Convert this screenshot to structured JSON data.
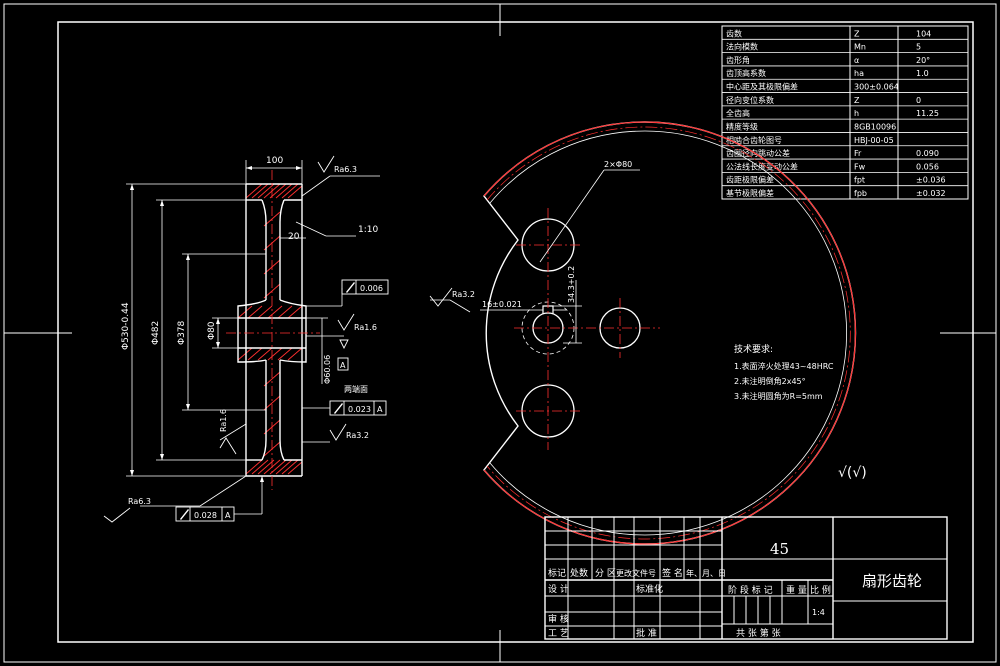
{
  "colors": {
    "background": "#000000",
    "line": "#ffffff",
    "highlight": "#ff2a2a",
    "center": "#ff2a2a"
  },
  "param_table": [
    {
      "name": "齿数",
      "symbol": "Z",
      "value": "104"
    },
    {
      "name": "法向模数",
      "symbol": "Mn",
      "value": "5"
    },
    {
      "name": "齿形角",
      "symbol": "α",
      "value": "20°"
    },
    {
      "name": "齿顶高系数",
      "symbol": "ha",
      "value": "1.0"
    },
    {
      "name": "中心距及其极限偏差",
      "symbol": "300±0.064",
      "value": ""
    },
    {
      "name": "径向变位系数",
      "symbol": "Z",
      "value": "0"
    },
    {
      "name": "全齿高",
      "symbol": "h",
      "value": "11.25"
    },
    {
      "name": "精度等级",
      "symbol": "8GB10096",
      "value": ""
    },
    {
      "name": "相啮合齿轮图号",
      "symbol": "HBJ-00-05",
      "value": ""
    },
    {
      "name": "齿圈径向跳动公差",
      "symbol": "Fr",
      "value": "0.090"
    },
    {
      "name": "公法线长度变动公差",
      "symbol": "Fw",
      "value": "0.056"
    },
    {
      "name": "齿距极限偏差",
      "symbol": "fpt",
      "value": "±0.036"
    },
    {
      "name": "基节极限偏差",
      "symbol": "fpb",
      "value": "±0.032"
    }
  ],
  "section_view": {
    "width_dim": "100",
    "hub_length_dim": "20",
    "taper": "1:10",
    "dia_outer": "Φ530-0.44",
    "dia_482": "Φ482",
    "dia_378": "Φ378",
    "dia_bore": "Φ80",
    "dia_hub": "Φ60.06",
    "rough_top": "Ra6.3",
    "rough_bore": "Ra1.6",
    "rough_bottom": "Ra3.2",
    "rough_left": "Ra1.6",
    "rough_base": "Ra6.3",
    "tol_perp": "0.006",
    "tol_perp_datum": "A",
    "both_faces": "两端面",
    "tol_face": "0.023",
    "tol_face_datum": "A",
    "tol_runout": "0.028",
    "tol_runout_datum": "A",
    "datum_box": "A"
  },
  "front_view": {
    "holes_note": "2×Φ80",
    "key_width": "16±0.021",
    "key_depth": "34.3+0.2",
    "rough_key": "Ra3.2"
  },
  "tech_req": {
    "title": "技术要求:",
    "items": [
      "1.表面淬火处理43~48HRC",
      "2.未注明倒角2x45°",
      "3.未注明圆角为R=5mm"
    ]
  },
  "general_rough": "√(√)",
  "title_block": {
    "material": "45",
    "part_name": "扇形齿轮",
    "scale": "1:4",
    "labels": {
      "mark": "标记",
      "count": "处数",
      "zone": "分 区",
      "change_doc": "更改文件号",
      "sign": "签 名",
      "date": "年、月、日",
      "design": "设 计",
      "standard": "标准化",
      "review": "审 核",
      "process": "工 艺",
      "approve": "批 准",
      "stage": "阶 段 标 记",
      "weight": "重 量",
      "ratio": "比 例",
      "sheets": "共    张    第    张"
    }
  }
}
